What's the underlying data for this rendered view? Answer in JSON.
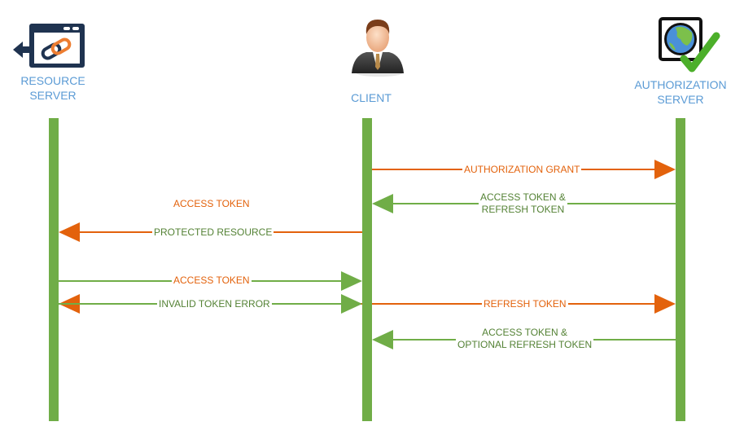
{
  "actors": [
    {
      "id": "resource-server",
      "label_line1": "RESOURCE",
      "label_line2": "SERVER",
      "icon": "browser-link-icon"
    },
    {
      "id": "client",
      "label_line1": "CLIENT",
      "label_line2": "",
      "icon": "user-avatar-icon"
    },
    {
      "id": "authorization-server",
      "label_line1": "AUTHORIZATION",
      "label_line2": "SERVER",
      "icon": "globe-check-icon"
    }
  ],
  "colors": {
    "label": "#5b9bd5",
    "lifeline": "#70ad47",
    "request": "#e3620c",
    "response": "#70ad47",
    "response_text": "#548235"
  },
  "messages": [
    {
      "from": "client",
      "to": "authorization-server",
      "line1": "AUTHORIZATION GRANT",
      "line2": "",
      "kind": "request"
    },
    {
      "from": "authorization-server",
      "to": "client",
      "line1": "ACCESS TOKEN &",
      "line2": "REFRESH TOKEN",
      "kind": "response"
    },
    {
      "from": "client",
      "to": "resource-server",
      "line1": "ACCESS TOKEN",
      "line2": "",
      "kind": "request"
    },
    {
      "from": "resource-server",
      "to": "client",
      "line1": "PROTECTED RESOURCE",
      "line2": "",
      "kind": "response"
    },
    {
      "from": "client",
      "to": "resource-server",
      "line1": "ACCESS TOKEN",
      "line2": "",
      "kind": "request"
    },
    {
      "from": "resource-server",
      "to": "client",
      "line1": "INVALID TOKEN ERROR",
      "line2": "",
      "kind": "response"
    },
    {
      "from": "client",
      "to": "authorization-server",
      "line1": "REFRESH TOKEN",
      "line2": "",
      "kind": "request"
    },
    {
      "from": "authorization-server",
      "to": "client",
      "line1": "ACCESS TOKEN &",
      "line2": "OPTIONAL REFRESH TOKEN",
      "kind": "response"
    }
  ]
}
